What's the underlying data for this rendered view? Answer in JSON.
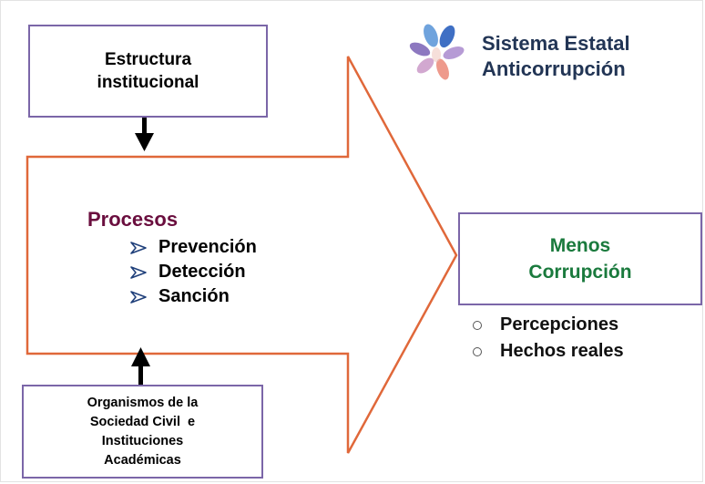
{
  "logo": {
    "icon": "petal-flower-logo",
    "title_line1": "Sistema Estatal",
    "title_line2": "Anticorrupción"
  },
  "boxes": {
    "structure_line1": "Estructura",
    "structure_line2": "institucional",
    "civil_line1": "Organismos de la",
    "civil_line2": "Sociedad Civil  e",
    "civil_line3": "Instituciones",
    "civil_line4": "Académicas"
  },
  "processes": {
    "title": "Procesos",
    "items": [
      "Prevención",
      "Detección",
      "Sanción"
    ]
  },
  "outcome": {
    "line1": "Menos",
    "line2": "Corrupción",
    "items": [
      "Percepciones",
      "Hechos reales"
    ]
  },
  "colors": {
    "big_arrow": "#e0683a",
    "box_border": "#7b66a8",
    "processes_title": "#6a0e3e",
    "outcome_text": "#1a7a3d",
    "logo_text": "#223555"
  }
}
